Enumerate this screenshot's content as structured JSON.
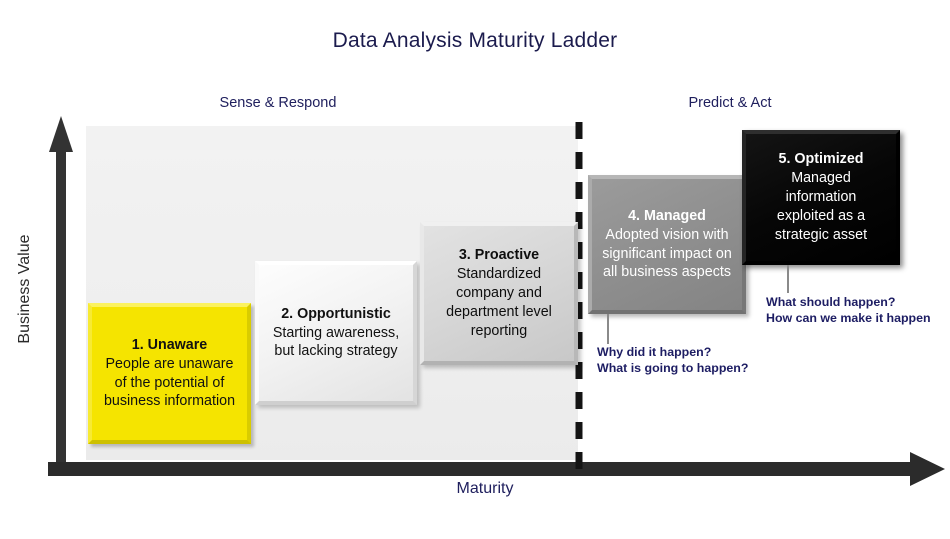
{
  "title": "Data Analysis Maturity Ladder",
  "axes": {
    "y_label": "Business Value",
    "x_label": "Maturity",
    "y_axis_icon": "up-arrow-axis",
    "x_axis_icon": "right-arrow-axis"
  },
  "sections": {
    "left": "Sense & Respond",
    "right": "Predict & Act",
    "divider_icon": "vertical-dashed-divider"
  },
  "steps": [
    {
      "id": "unaware",
      "heading": "1. Unaware",
      "body": "People are unaware\nof the potential of\nbusiness information",
      "color": "#f5e400",
      "text_color": "#111111"
    },
    {
      "id": "opportunistic",
      "heading": "2. Opportunistic",
      "body": "Starting awareness,\nbut lacking strategy",
      "color": "#f3f3f3",
      "text_color": "#111111"
    },
    {
      "id": "proactive",
      "heading": "3. Proactive",
      "body": "Standardized\ncompany and\ndepartment level\nreporting",
      "color": "#d6d6d6",
      "text_color": "#0e0e0e"
    },
    {
      "id": "managed",
      "heading": "4. Managed",
      "body": "Adopted vision with\nsignificant impact on\nall business aspects",
      "color": "#8f8f8f",
      "text_color": "#ffffff"
    },
    {
      "id": "optimized",
      "heading": "5. Optimized",
      "body": "Managed information\nexploited as a\nstrategic asset",
      "color": "#000000",
      "text_color": "#ffffff"
    }
  ],
  "annotations": [
    {
      "id": "managed-questions",
      "line1": "Why did it happen?",
      "line2": "What is going to happen?"
    },
    {
      "id": "optimized-questions",
      "line1": "What should happen?",
      "line2": "How can we make it happen"
    }
  ],
  "colors": {
    "title": "#1b1b4d",
    "section_label": "#20205e",
    "annotation": "#1d1d63",
    "axis": "#333333",
    "backdrop": "#efefef"
  }
}
